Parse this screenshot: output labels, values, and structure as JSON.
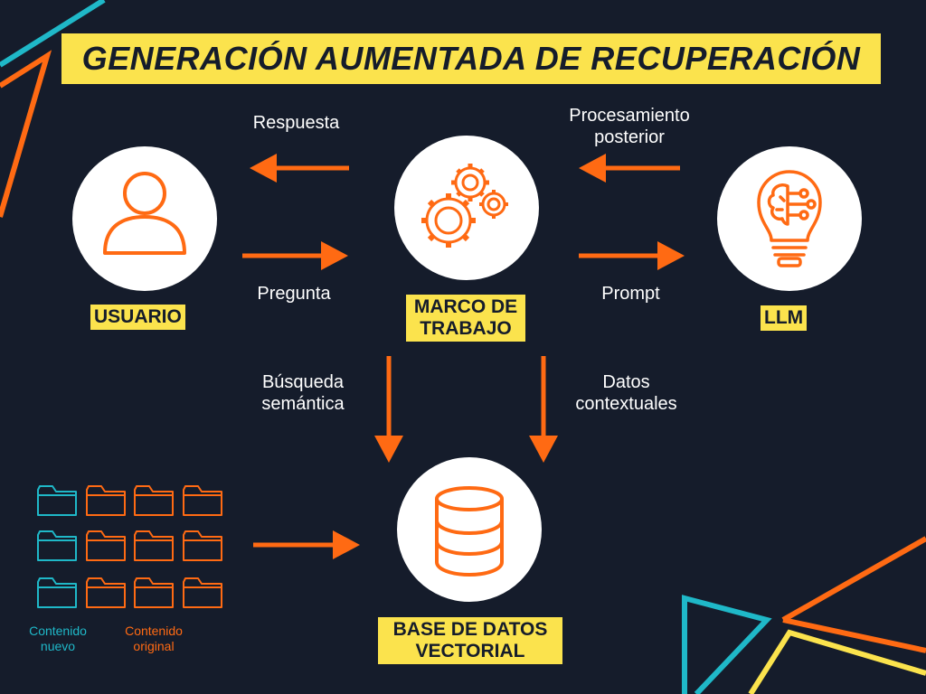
{
  "title": "GENERACIÓN AUMENTADA DE RECUPERACIÓN",
  "nodes": {
    "user": "USUARIO",
    "framework_line1": "MARCO DE",
    "framework_line2": "TRABAJO",
    "llm": "LLM",
    "vector_db_line1": "BASE DE DATOS",
    "vector_db_line2": "VECTORIAL"
  },
  "edges": {
    "respuesta": "Respuesta",
    "pregunta": "Pregunta",
    "procesamiento_line1": "Procesamiento",
    "procesamiento_line2": "posterior",
    "prompt": "Prompt",
    "busqueda_line1": "Búsqueda",
    "busqueda_line2": "semántica",
    "datos_line1": "Datos",
    "datos_line2": "contextuales"
  },
  "legend": {
    "new_line1": "Contenido",
    "new_line2": "nuevo",
    "orig_line1": "Contenido",
    "orig_line2": "original"
  },
  "icons": {
    "user": "user-icon",
    "framework": "gears-icon",
    "llm": "lightbulb-brain-icon",
    "db": "database-icon",
    "folder": "folder-icon"
  },
  "colors": {
    "background": "#151c2b",
    "accent_orange": "#ff6a13",
    "highlight_yellow": "#fbe34d",
    "teal": "#1fb8c8",
    "white": "#ffffff"
  }
}
